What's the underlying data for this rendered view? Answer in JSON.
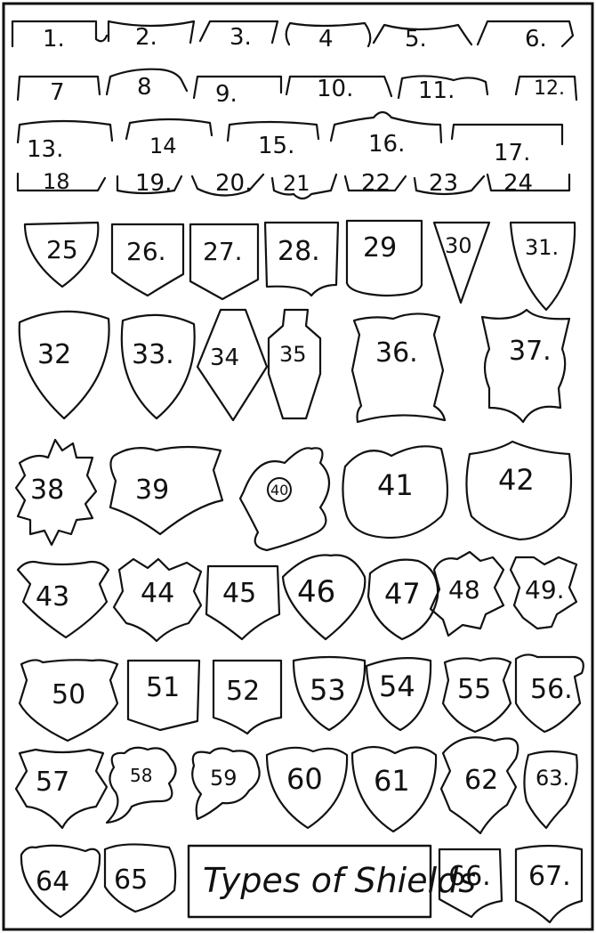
{
  "title": "Types of Shields",
  "labels": {
    "n1": "1.",
    "n2": "2.",
    "n3": "3.",
    "n4": "4",
    "n5": "5.",
    "n6": "6.",
    "n7": "7",
    "n8": "8",
    "n9": "9.",
    "n10": "10.",
    "n11": "11.",
    "n12": "12.",
    "n13": "13.",
    "n14": "14",
    "n15": "15.",
    "n16": "16.",
    "n17": "17.",
    "n18": "18",
    "n19": "19.",
    "n20": "20.",
    "n21": "21",
    "n22": "22",
    "n23": "23",
    "n24": "24",
    "n25": "25",
    "n26": "26.",
    "n27": "27.",
    "n28": "28.",
    "n29": "29",
    "n30": "30",
    "n31": "31.",
    "n32": "32",
    "n33": "33.",
    "n34": "34",
    "n35": "35",
    "n36": "36.",
    "n37": "37.",
    "n38": "38",
    "n39": "39",
    "n40": "40",
    "n41": "41",
    "n42": "42",
    "n43": "43",
    "n44": "44",
    "n45": "45",
    "n46": "46",
    "n47": "47",
    "n48": "48",
    "n49": "49.",
    "n50": "50",
    "n51": "51",
    "n52": "52",
    "n53": "53",
    "n54": "54",
    "n55": "55",
    "n56": "56.",
    "n57": "57",
    "n58": "58",
    "n59": "59",
    "n60": "60",
    "n61": "61",
    "n62": "62",
    "n63": "63.",
    "n64": "64",
    "n65": "65",
    "n66": "66.",
    "n67": "67."
  }
}
